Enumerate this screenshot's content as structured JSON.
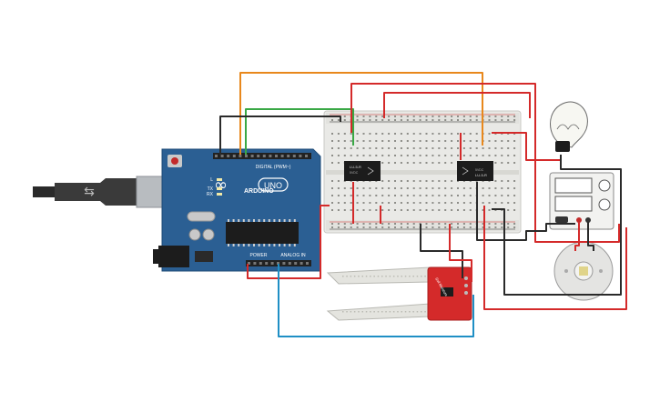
{
  "canvas": {
    "background": "#ffffff"
  },
  "arduino": {
    "brand": "ARDUINO",
    "model": "UNO",
    "digital_label": "DIGITAL (PWM~)",
    "power_label": "POWER",
    "analog_label": "ANALOG IN",
    "tx_label": "TX",
    "rx_label": "RX",
    "l_label": "L",
    "color": "#2b5f93"
  },
  "relays": [
    {
      "label": "LU-5-R",
      "sub": "5VDC"
    },
    {
      "label": "LU-5-R",
      "sub": "5VDC"
    }
  ],
  "sensor": {
    "label": "Soil Moisture",
    "color": "#d42a2a"
  },
  "power_supply": {
    "name": "dc-power-supply"
  },
  "wire_colors": {
    "orange": "#e8881c",
    "green": "#39a845",
    "black": "#2a2a2a",
    "red": "#d42a2a",
    "blue": "#1f8fc5"
  }
}
